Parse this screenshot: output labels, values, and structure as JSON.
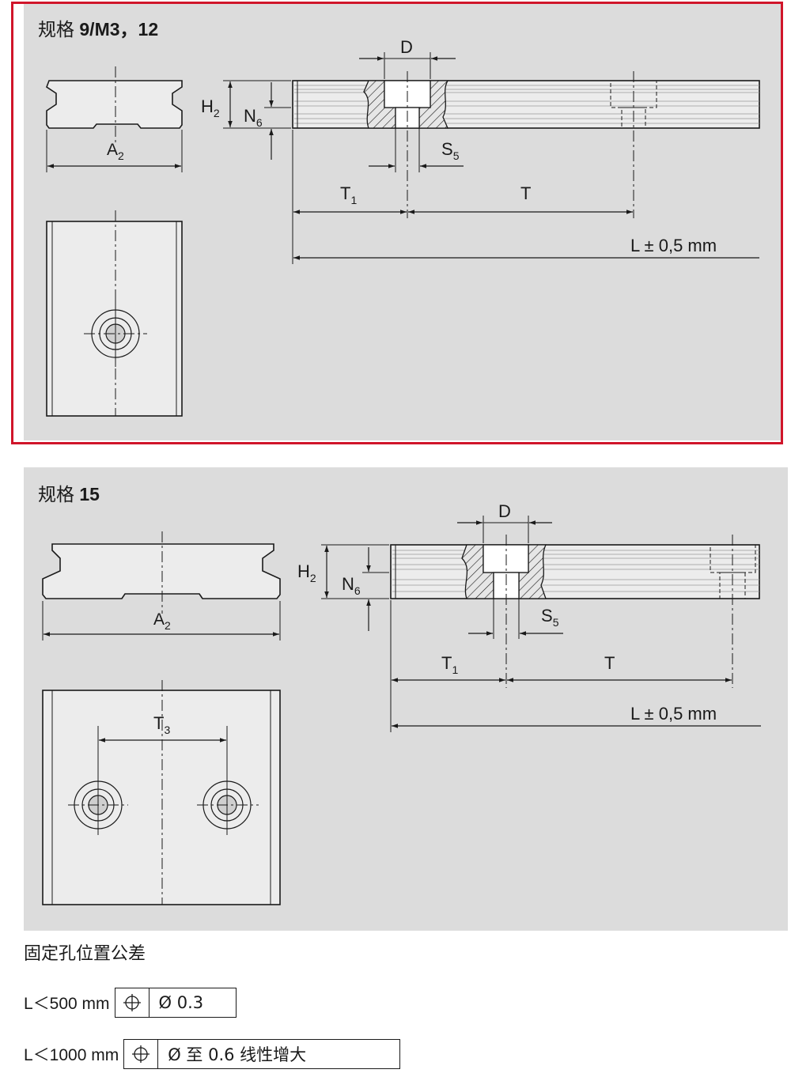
{
  "panel1": {
    "title_prefix": "规格",
    "title_size": "9/M3，12",
    "labels": {
      "d": "D",
      "h": "H",
      "h_sub": "2",
      "n": "N",
      "n_sub": "6",
      "s": "S",
      "s_sub": "5",
      "a": "A",
      "a_sub": "2",
      "t1": "T",
      "t1_sub": "1",
      "t": "T",
      "l": "L ± 0,5 mm"
    }
  },
  "panel2": {
    "title_prefix": "规格",
    "title_size": "15",
    "labels": {
      "d": "D",
      "h": "H",
      "h_sub": "2",
      "n": "N",
      "n_sub": "6",
      "s": "S",
      "s_sub": "5",
      "a": "A",
      "a_sub": "2",
      "t1": "T",
      "t1_sub": "1",
      "t": "T",
      "t3": "T",
      "t3_sub": "3",
      "l": "L ± 0,5 mm"
    }
  },
  "tolerance": {
    "title": "固定孔位置公差",
    "rows": [
      {
        "label": "L＜500 mm",
        "value": "Ø 0.3",
        "symbol": "position-tolerance-icon"
      },
      {
        "label": "L＜1000 mm",
        "value": "Ø 至 0.6 线性增大",
        "symbol": "position-tolerance-icon"
      }
    ]
  },
  "colors": {
    "panel_bg": "#dcdcdc",
    "highlight_frame": "#d0152a",
    "line": "#1a1a1a"
  }
}
